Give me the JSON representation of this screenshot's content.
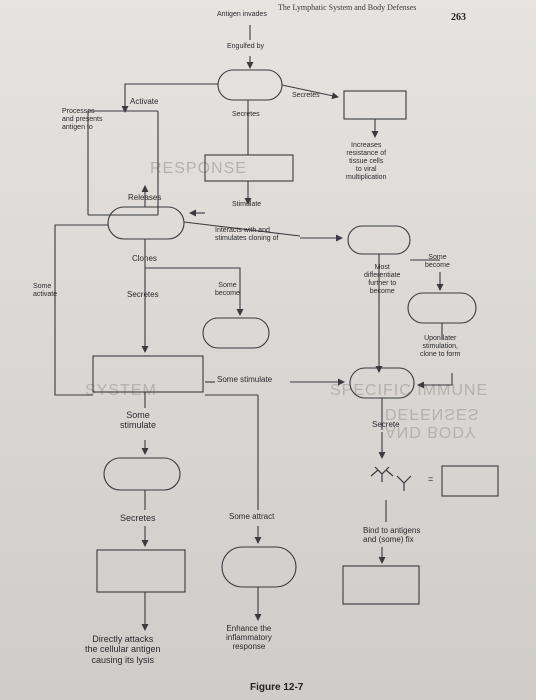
{
  "header": {
    "running_title": "The Lymphatic System and Body Defenses",
    "page_number": "263"
  },
  "flow": {
    "antigen_invades": "Antigen invades",
    "engulfed_by": "Engulfed by",
    "activate": "Activate",
    "secretes_top": "Secretes",
    "secretes_arrow": "Secretes",
    "processes_presents": "Processes\nand presents\nantigen to",
    "increases_resistance": "Increases\nresistance of\ntissue cells\nto viral\nmultiplication",
    "releases": "Releases",
    "stimulate": "Stimulate",
    "interacts_with": "Interacts with and\nstimulates cloning of",
    "clones": "Clones",
    "some_activate": "Some\nactivate",
    "secretes_mid": "Secretes",
    "some_become": "Some\nbecome",
    "most_differentiate": "Most\ndifferentiate\nfurther to\nbecome",
    "some_become_right": "Some\nbecome",
    "upon_later_stimulation": "Upon later\nstimulation,\nclone to form",
    "some_stimulate_arrow": "Some stimulate",
    "secrete": "Secrete",
    "some_stimulate": "Some\nstimulate",
    "equals": "=",
    "secretes_low": "Secretes",
    "some_attract": "Some attract",
    "bind_to_antigens": "Bind to antigens\nand (some) fix",
    "directly_attacks": "Directly attacks\nthe cellular antigen\ncausing its lysis",
    "enhance_inflammatory": "Enhance the\ninflammatory\nresponse"
  },
  "figure_label": "Figure 12-7",
  "colors": {
    "line": "#3a3a40",
    "text": "#2a2a2e",
    "paper": "#e2dfdc"
  },
  "icons": [
    "antibody-icon"
  ]
}
